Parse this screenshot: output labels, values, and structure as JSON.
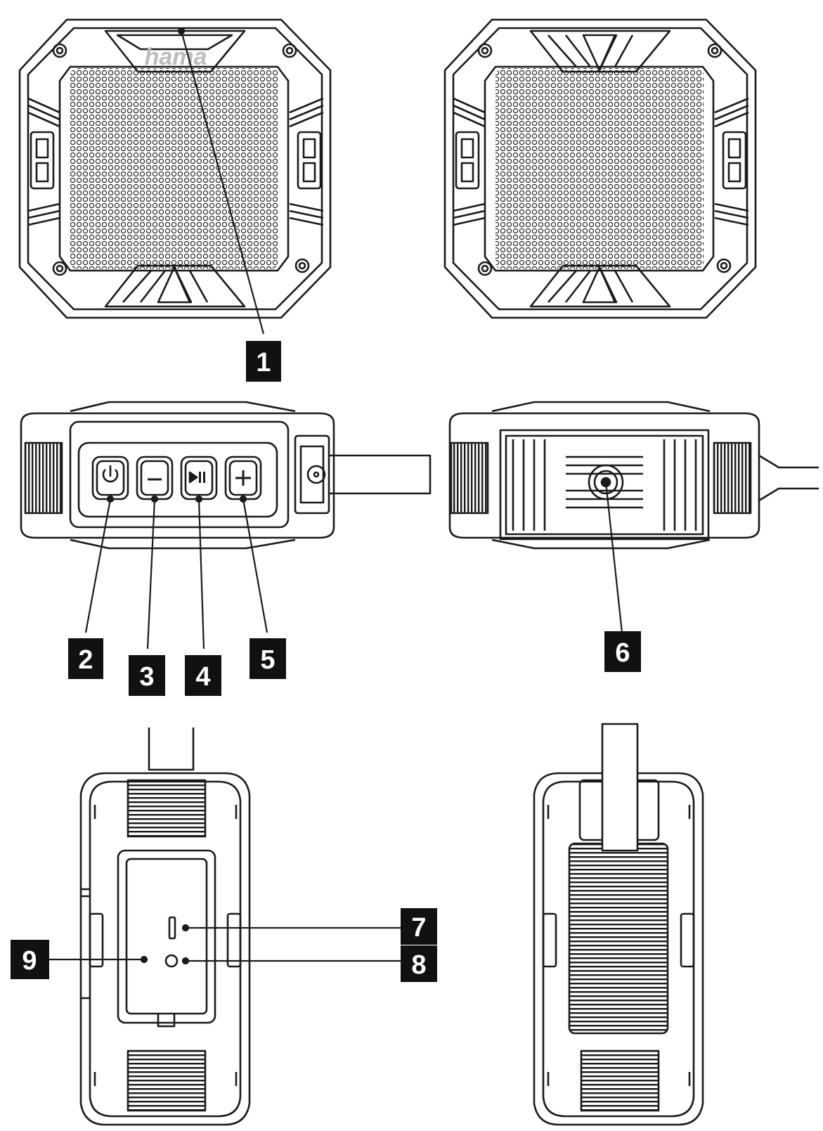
{
  "brand": {
    "logo_text": "hama"
  },
  "colors": {
    "line": "#1a1a1a",
    "callout_bg": "#111111",
    "callout_fg": "#ffffff",
    "logo": "#bdbdbd"
  },
  "callouts": [
    {
      "id": "1",
      "label": "1"
    },
    {
      "id": "2",
      "label": "2"
    },
    {
      "id": "3",
      "label": "3"
    },
    {
      "id": "4",
      "label": "4"
    },
    {
      "id": "5",
      "label": "5"
    },
    {
      "id": "6",
      "label": "6"
    },
    {
      "id": "7",
      "label": "7"
    },
    {
      "id": "8",
      "label": "8"
    },
    {
      "id": "9",
      "label": "9"
    }
  ],
  "icons": {
    "power": "power-icon",
    "minus": "minus-icon",
    "play_pause": "play-pause-icon",
    "plus": "plus-icon",
    "usb": "micro-usb-port-icon",
    "led": "led-indicator-icon",
    "mount": "tripod-mount-icon"
  }
}
